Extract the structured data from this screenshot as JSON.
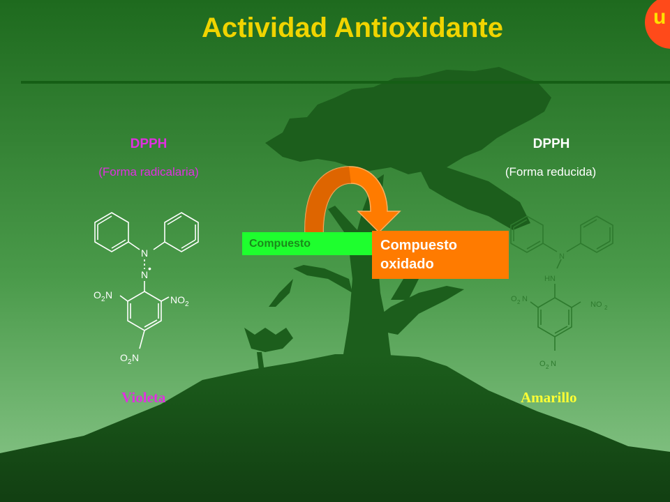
{
  "title": "Actividad Antioxidante",
  "logo_letter": "u",
  "left": {
    "heading": "DPPH",
    "subheading": "(Forma radicalaria)",
    "label": "Violeta",
    "atoms": {
      "n1": "N",
      "n2": "N",
      "radical": "•",
      "o2n_left_1": "O",
      "o2n_left_2": "2",
      "o2n_left_3": "N",
      "no2_1": "NO",
      "no2_2": "2",
      "o2n_bottom_1": "O",
      "o2n_bottom_2": "2",
      "o2n_bottom_3": "N"
    }
  },
  "right": {
    "heading": "DPPH",
    "subheading": "(Forma reducida)",
    "label": "Amarillo",
    "atoms": {
      "n1": "N",
      "hn": "HN",
      "o2n_left_1": "O",
      "o2n_left_2": "2",
      "o2n_left_3": "N",
      "no2_1": "NO",
      "no2_2": "2",
      "o2n_bottom_1": "O",
      "o2n_bottom_2": "2",
      "o2n_bottom_3": "N"
    }
  },
  "compound_box": "Compuesto",
  "oxidized_box": {
    "line1": "Compuesto",
    "line2": "oxidado"
  },
  "colors": {
    "title": "#f0d400",
    "left_text": "#e030e0",
    "right_text": "#ffff33",
    "compound_fill": "#1eff2e",
    "oxidized_fill": "#ff7b00",
    "arrow": "#ff7b00",
    "tree": "#1c5e1c"
  }
}
